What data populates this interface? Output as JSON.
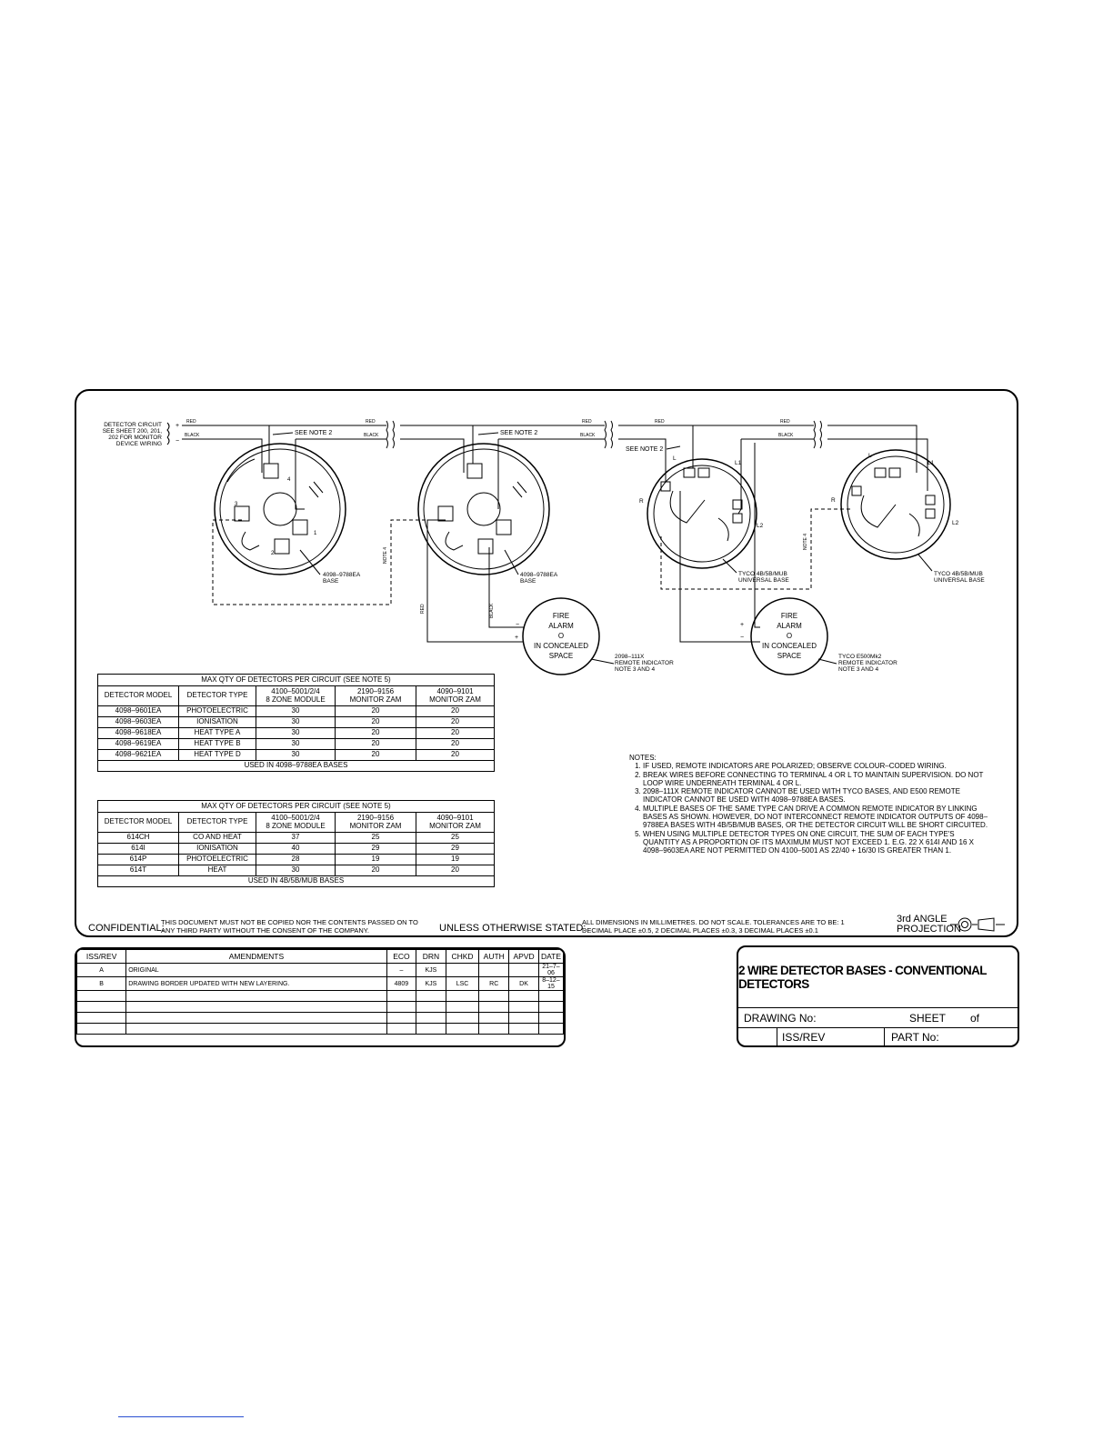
{
  "diagram": {
    "circuit_note": [
      "DETECTOR CIRCUIT",
      "SEE SHEET 200, 201,",
      "202 FOR MONITOR",
      "DEVICE WIRING"
    ],
    "plus": "+",
    "minus": "−",
    "wire_red": "RED",
    "wire_black": "BLACK",
    "see_note_2": "SEE NOTE 2",
    "note_4": "NOTE 4",
    "base1_label": [
      "4098–9788EA",
      "BASE"
    ],
    "base2_label": [
      "4098–9788EA",
      "BASE"
    ],
    "base3_label": [
      "TYCO 4B/5B/MUB",
      "UNIVERSAL BASE"
    ],
    "base4_label": [
      "TYCO 4B/5B/MUB",
      "UNIVERSAL BASE"
    ],
    "terminal_l": "L",
    "terminal_l1": "L1",
    "terminal_l2": "L2",
    "terminal_r": "R",
    "terminals_1": [
      "1",
      "2",
      "3",
      "4"
    ],
    "indicator_text": [
      "FIRE",
      "ALARM",
      "O",
      "IN CONCEALED",
      "SPACE"
    ],
    "indicator1_label": [
      "2098–111X",
      "REMOTE INDICATOR",
      "NOTE 3 AND 4"
    ],
    "indicator2_label": [
      "TYCO E500Mk2",
      "REMOTE INDICATOR",
      "NOTE 3 AND 4"
    ]
  },
  "table1": {
    "title": "MAX QTY OF DETECTORS PER CIRCUIT (SEE NOTE 5)",
    "headers": [
      "DETECTOR MODEL",
      "DETECTOR TYPE",
      "4100–5001/2/4\n8 ZONE MODULE",
      "2190–9156\nMONITOR ZAM",
      "4090–9101\nMONITOR ZAM"
    ],
    "rows": [
      [
        "4098–9601EA",
        "PHOTOELECTRIC",
        "30",
        "20",
        "20"
      ],
      [
        "4098–9603EA",
        "IONISATION",
        "30",
        "20",
        "20"
      ],
      [
        "4098–9618EA",
        "HEAT TYPE A",
        "30",
        "20",
        "20"
      ],
      [
        "4098–9619EA",
        "HEAT TYPE B",
        "30",
        "20",
        "20"
      ],
      [
        "4098–9621EA",
        "HEAT TYPE D",
        "30",
        "20",
        "20"
      ]
    ],
    "footer": "USED IN 4098–9788EA BASES"
  },
  "table2": {
    "title": "MAX QTY OF DETECTORS PER CIRCUIT (SEE NOTE 5)",
    "headers": [
      "DETECTOR MODEL",
      "DETECTOR TYPE",
      "4100–5001/2/4\n8 ZONE MODULE",
      "2190–9156\nMONITOR ZAM",
      "4090–9101\nMONITOR ZAM"
    ],
    "rows": [
      [
        "614CH",
        "CO AND HEAT",
        "37",
        "25",
        "25"
      ],
      [
        "614I",
        "IONISATION",
        "40",
        "29",
        "29"
      ],
      [
        "614P",
        "PHOTOELECTRIC",
        "28",
        "19",
        "19"
      ],
      [
        "614T",
        "HEAT",
        "30",
        "20",
        "20"
      ]
    ],
    "footer": "USED IN 4B/5B/MUB BASES"
  },
  "notes": {
    "heading": "NOTES:",
    "items": [
      "IF USED, REMOTE INDICATORS ARE POLARIZED; OBSERVE COLOUR–CODED WIRING.",
      "BREAK WIRES BEFORE CONNECTING TO TERMINAL 4 OR L TO MAINTAIN SUPERVISION. DO NOT LOOP WIRE UNDERNEATH TERMINAL 4 OR L.",
      "2098–111X REMOTE INDICATOR CANNOT BE USED WITH TYCO BASES, AND E500 REMOTE INDICATOR CANNOT BE USED WITH 4098–9788EA BASES.",
      "MULTIPLE BASES OF THE SAME TYPE CAN DRIVE A COMMON REMOTE INDICATOR BY LINKING BASES AS SHOWN. HOWEVER, DO NOT INTERCONNECT REMOTE INDICATOR OUTPUTS OF 4098–9788EA BASES WITH 4B/5B/MUB BASES, OR THE DETECTOR CIRCUIT WILL BE SHORT CIRCUITED.",
      "WHEN USING MULTIPLE DETECTOR TYPES ON ONE CIRCUIT, THE SUM OF EACH TYPE'S QUANTITY AS A PROPORTION OF ITS MAXIMUM MUST NOT EXCEED 1. E.G. 22 X 614I AND 16 X 4098–9603EA ARE NOT PERMITTED ON 4100–5001 AS 22/40 + 16/30 IS GREATER THAN 1."
    ]
  },
  "footer": {
    "confidential_label": "CONFIDENTIAL:",
    "confidential_text": "THIS DOCUMENT MUST NOT BE COPIED NOR THE CONTENTS PASSED ON TO ANY THIRD PARTY WITHOUT THE CONSENT OF THE COMPANY.",
    "unless_label": "UNLESS OTHERWISE STATED:",
    "unless_text": "ALL DIMENSIONS IN MILLIMETRES. DO NOT SCALE. TOLERANCES ARE TO BE: 1 DECIMAL PLACE ±0.5, 2 DECIMAL PLACES ±0.3, 3 DECIMAL PLACES ±0.1",
    "projection_1": "3rd ANGLE",
    "projection_2": "PROJECTION"
  },
  "amendments": {
    "headers": [
      "ISS/REV",
      "AMENDMENTS",
      "ECO",
      "DRN",
      "CHKD",
      "AUTH",
      "APVD",
      "DATE"
    ],
    "rows": [
      [
        "A",
        "ORIGINAL",
        "–",
        "KJS",
        "",
        "",
        "",
        "21–7–06"
      ],
      [
        "B",
        "DRAWING BORDER UPDATED WITH NEW LAYERING.",
        "4809",
        "KJS",
        "LSC",
        "RC",
        "DK",
        "8–12–15"
      ],
      [
        "",
        "",
        "",
        "",
        "",
        "",
        "",
        ""
      ],
      [
        "",
        "",
        "",
        "",
        "",
        "",
        "",
        ""
      ],
      [
        "",
        "",
        "",
        "",
        "",
        "",
        "",
        ""
      ],
      [
        "",
        "",
        "",
        "",
        "",
        "",
        "",
        ""
      ]
    ]
  },
  "title_block": {
    "title": "2 WIRE DETECTOR BASES - CONVENTIONAL DETECTORS",
    "drawing_no": "DRAWING No:",
    "sheet": "SHEET",
    "of": "of",
    "iss_rev": "ISS/REV",
    "part_no": "PART No:"
  }
}
